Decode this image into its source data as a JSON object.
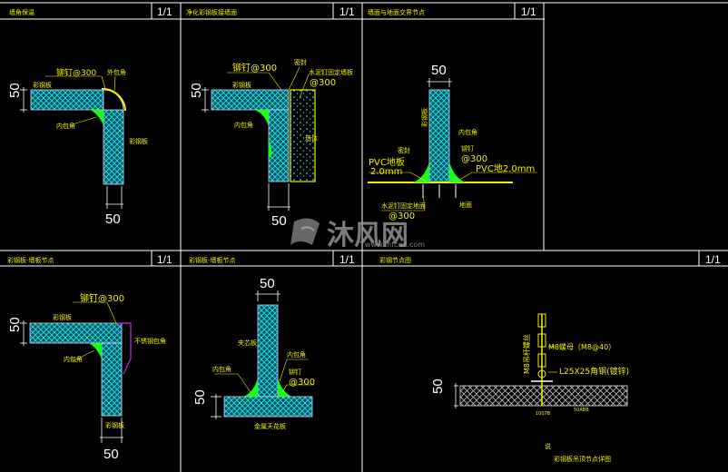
{
  "colors": {
    "grid": "#ffffff",
    "panel_lines": "#cfd0ff",
    "insulation": "#16d6e0",
    "leader": "#f2f200",
    "seal": "#1aff1a",
    "concrete": "#f2f200",
    "angle": "#b01bd0"
  },
  "panels": [
    {
      "title": "墙角保温",
      "scale": "1/1"
    },
    {
      "title": "净化彩钢板接墙面",
      "scale": "1/1"
    },
    {
      "title": "墙面与地面交界节点",
      "scale": "1/1"
    },
    {
      "title": "彩钢板-墙板节点",
      "scale": "1/1"
    },
    {
      "title": "彩钢板-墙板节点",
      "scale": "1/1"
    },
    {
      "title": "彩钢节点图",
      "scale": "1/1"
    }
  ],
  "p1": {
    "dim_left": "50",
    "dim_bottom": "50",
    "rivet": "铆钉@300",
    "corner": "外包角",
    "panel": "彩钢板",
    "inner": "内包角",
    "panel2": "彩钢板"
  },
  "p2": {
    "rivet": "铆钉@300",
    "sealant": "密封",
    "screw": "水泥钉固定墙板",
    "screw_spacing": "@300",
    "panel": "彩钢板",
    "inner": "内包角",
    "wall": "墙体",
    "dim_left": "50",
    "dim_bottom": "50"
  },
  "p3": {
    "dim_top": "50",
    "panel": "彩钢板",
    "inner": "内包角",
    "seal": "密封",
    "rivet": "铆钉",
    "rivet_spacing": "@300",
    "pvc_left_1": "PVC地板",
    "pvc_left_2": "2.0mm",
    "pvc_right": "PVC地2.0mm",
    "screw": "水泥钉固定地面",
    "screw_spacing": "@300",
    "floor": "地面"
  },
  "p4": {
    "rivet": "铆钉@300",
    "panel": "彩钢板",
    "angle": "不锈钢包角",
    "inner": "内包角",
    "panel2": "彩钢板",
    "dim_left": "50",
    "dim_bottom": "50"
  },
  "p5": {
    "dim_top": "50",
    "panel": "夹芯板",
    "inner_left": "内包角",
    "inner_right": "内包角",
    "rivet": "铆钉",
    "rivet_spacing": "@300",
    "base": "金属天花板",
    "dim_left": "50"
  },
  "p6": {
    "rod": "M8吊杆螺丝",
    "nut": "M8螺母（M8@40）",
    "angle": "L25X25角钢(镀锌)",
    "dim_left": "50",
    "left_val": "1007B",
    "right_val": "50ABB",
    "note": "说",
    "caption": "彩钢板吊顶节点详图"
  },
  "watermark": {
    "brand": "沐风网",
    "url": "www.mfcad.com"
  }
}
